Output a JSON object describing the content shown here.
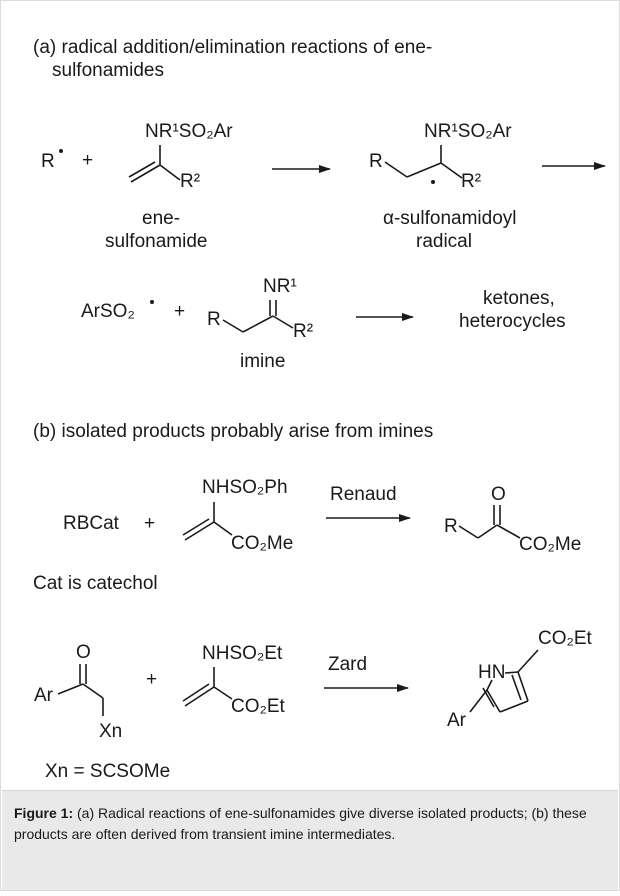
{
  "section_a": {
    "heading_line1": "(a) radical addition/elimination reactions of ene-",
    "heading_line2": "sulfonamides",
    "radical_R": "R",
    "plus": "+",
    "substituent_nr1so2ar": "NR¹SO₂Ar",
    "substituent_r2": "R²",
    "label_ene_line1": "ene-",
    "label_ene_line2": "sulfonamide",
    "product_R": "R",
    "label_radical_line1": "α-sulfonamidoyl",
    "label_radical_line2": "radical",
    "arso2": "ArSO₂",
    "imine_nr1": "NR¹",
    "imine_R": "R",
    "imine_r2": "R²",
    "label_imine": "imine",
    "result_line1": "ketones,",
    "result_line2": "heterocycles"
  },
  "section_b": {
    "heading": "(b) isolated products probably arise from imines",
    "rbcat": "RBCat",
    "plus": "+",
    "nhso2ph": "NHSO₂Ph",
    "co2me": "CO₂Me",
    "arrow_label_1": "Renaud",
    "product1_R": "R",
    "product1_O": "O",
    "product1_co2me": "CO₂Me",
    "cat_note": "Cat is catechol",
    "ketone_O": "O",
    "ketone_Ar": "Ar",
    "ketone_Xn": "Xn",
    "plus2": "+",
    "nhso2et": "NHSO₂Et",
    "co2et": "CO₂Et",
    "arrow_label_2": "Zard",
    "pyrrole_co2et": "CO₂Et",
    "pyrrole_hn": "HN",
    "pyrrole_ar": "Ar",
    "xn_note": "Xn = SCSOMe"
  },
  "caption": {
    "label": "Figure 1:",
    "text": " (a) Radical reactions of ene-sulfonamides give diverse isolated products; (b) these products are often derived from transient imine intermediates."
  }
}
